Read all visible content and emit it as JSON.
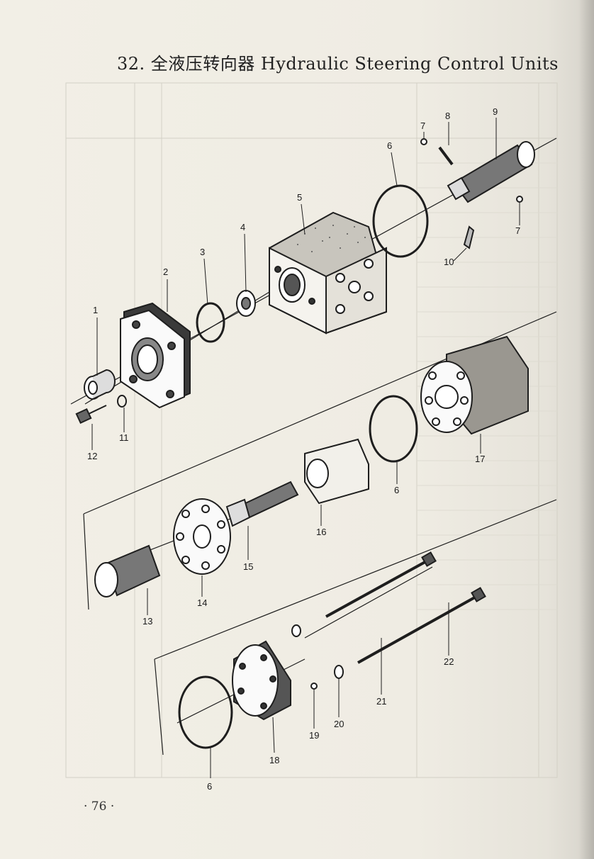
{
  "title": "32. 全液压转向器 Hydraulic Steering Control Units",
  "page_number": "· 76 ·",
  "part_labels": [
    "1",
    "2",
    "3",
    "4",
    "5",
    "6",
    "7",
    "8",
    "9",
    "7",
    "10",
    "11",
    "12",
    "17",
    "6",
    "16",
    "15",
    "14",
    "13",
    "22",
    "21",
    "20",
    "19",
    "18",
    "6"
  ],
  "colors": {
    "ink": "#1e1e1e",
    "paper": "#efece3",
    "faded": "#cfccc3"
  }
}
